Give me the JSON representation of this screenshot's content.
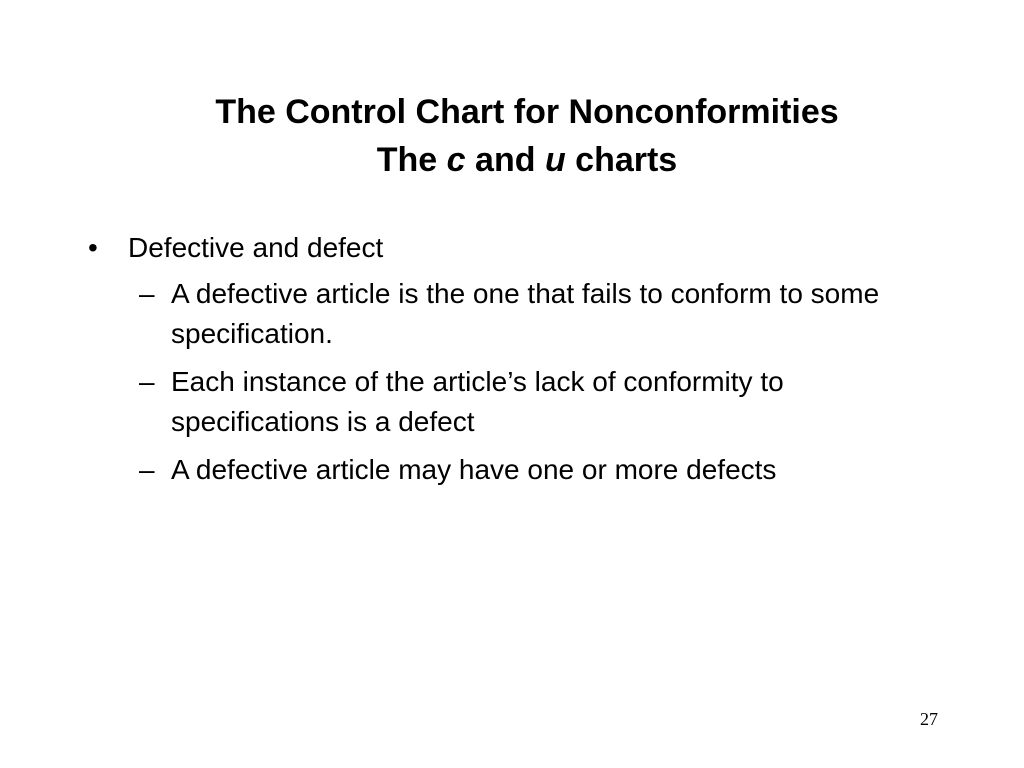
{
  "slide": {
    "title": {
      "line1": "The Control Chart for Nonconformities",
      "line2_prefix": "The ",
      "line2_c": "c",
      "line2_middle": " and ",
      "line2_u": "u",
      "line2_suffix": " charts"
    },
    "bullet": {
      "marker": "•",
      "text": "Defective and defect",
      "sub_marker": "–",
      "sub_items": [
        "A defective article is the one that fails to conform to some specification.",
        "Each instance of the article’s lack of conformity to specifications is a defect",
        "A defective article may have one or more defects"
      ]
    },
    "page_number": "27"
  }
}
